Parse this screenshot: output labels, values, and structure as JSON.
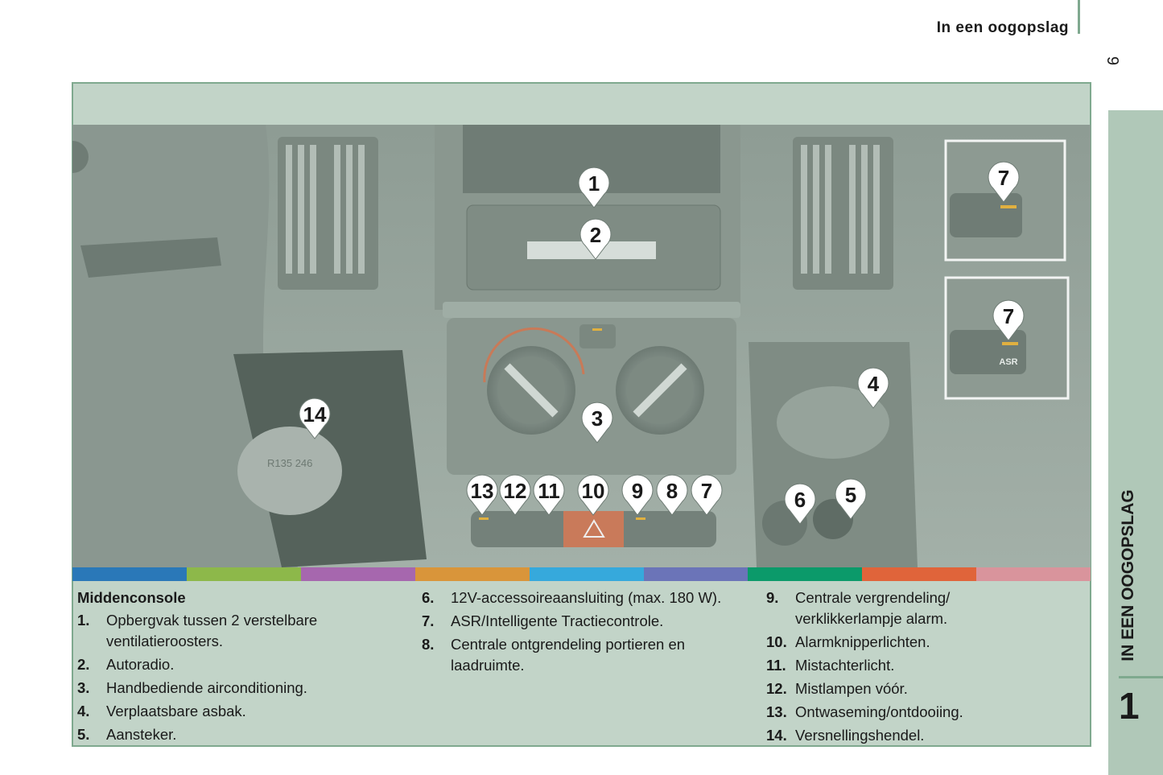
{
  "header": {
    "title": "In een oogopslag",
    "page_number": "9"
  },
  "side_tab": {
    "label": "IN EEN OOGOPSLAG",
    "chapter": "1"
  },
  "colors": {
    "strip": [
      "#2a78b8",
      "#8db84a",
      "#a667ae",
      "#d9953a",
      "#36a9dc",
      "#6b74b8",
      "#0b9a6a",
      "#e0643a",
      "#d9949c"
    ]
  },
  "illustration": {
    "callouts": [
      "1",
      "2",
      "3",
      "4",
      "5",
      "6",
      "7",
      "8",
      "9",
      "10",
      "11",
      "12",
      "13",
      "14",
      "7",
      "7"
    ],
    "asr_label": "ASR",
    "gear_pattern": "R135 246"
  },
  "legend": {
    "title": "Middenconsole",
    "col1": [
      {
        "n": "1.",
        "t": "Opbergvak tussen 2 verstelbare ventilatieroosters."
      },
      {
        "n": "2.",
        "t": "Autoradio."
      },
      {
        "n": "3.",
        "t": "Handbediende airconditioning."
      },
      {
        "n": "4.",
        "t": "Verplaatsbare asbak."
      },
      {
        "n": "5.",
        "t": "Aansteker."
      }
    ],
    "col2": [
      {
        "n": "6.",
        "t": "12V-accessoireaansluiting (max. 180 W)."
      },
      {
        "n": "7.",
        "t": "ASR/Intelligente Tractiecontrole."
      },
      {
        "n": "8.",
        "t": "Centrale ontgrendeling portieren en laadruimte."
      }
    ],
    "col3": [
      {
        "n": "9.",
        "t": "Centrale vergrendeling/ verklikkerlampje alarm."
      },
      {
        "n": "10.",
        "t": "Alarmknipperlichten."
      },
      {
        "n": "11.",
        "t": "Mistachterlicht."
      },
      {
        "n": "12.",
        "t": "Mistlampen vóór."
      },
      {
        "n": "13.",
        "t": "Ontwaseming/ontdooiing."
      },
      {
        "n": "14.",
        "t": "Versnellingshendel."
      }
    ]
  }
}
